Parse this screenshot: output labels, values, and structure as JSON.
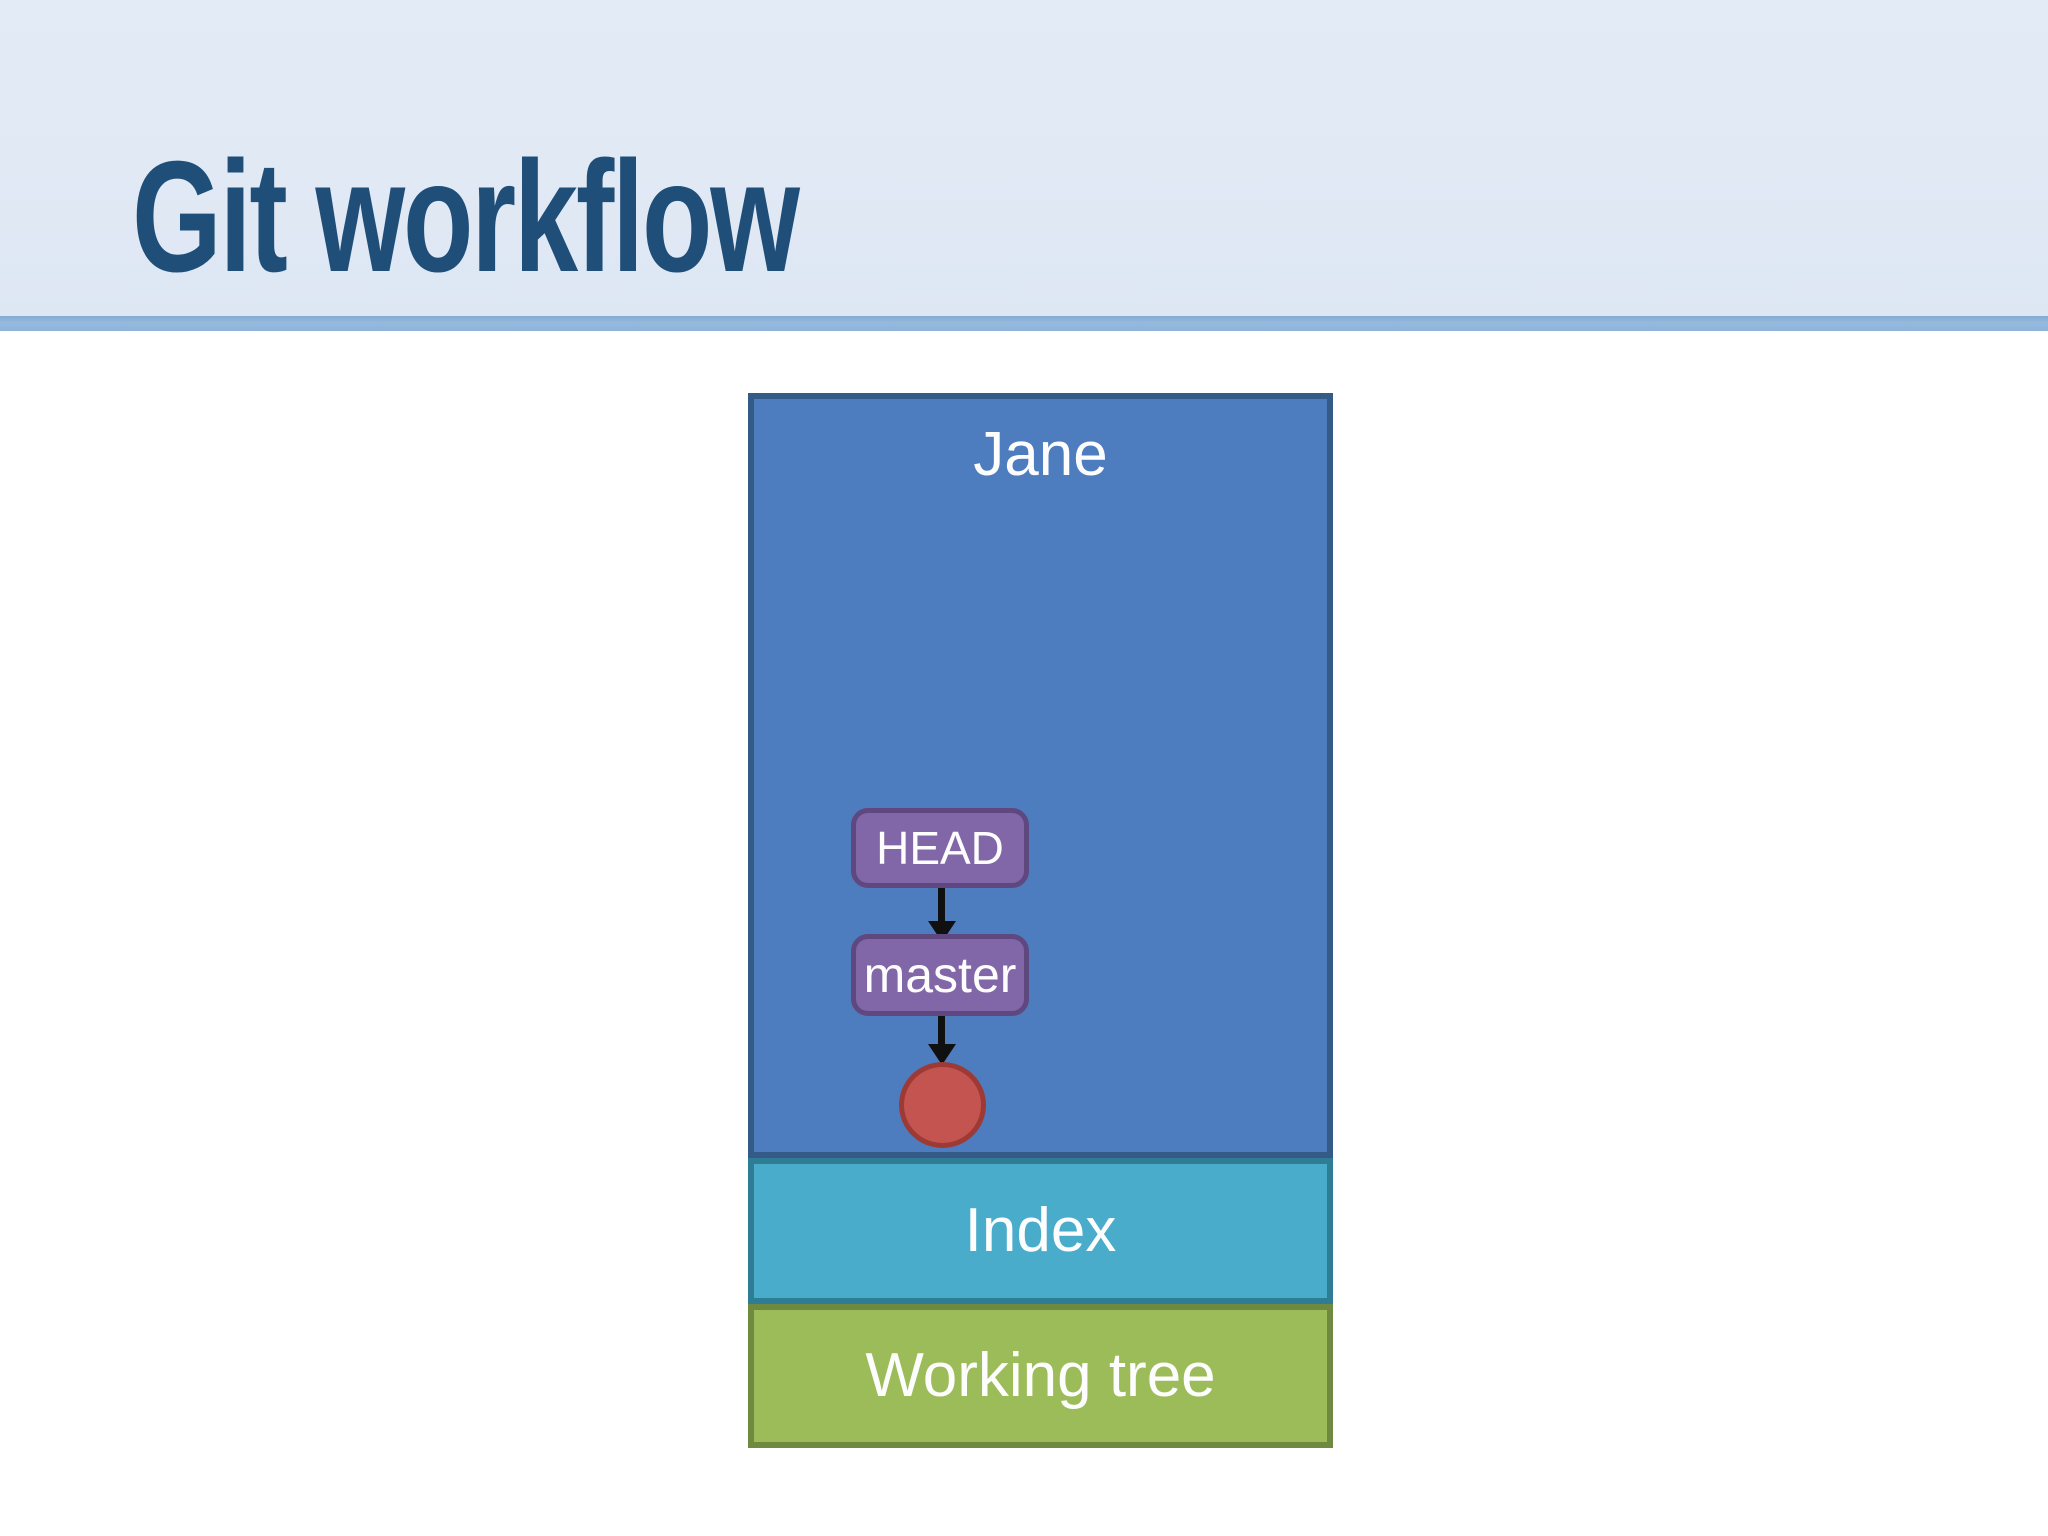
{
  "slide": {
    "title": "Git workflow",
    "title_color": "#1f4e79",
    "header_background": "#e1e9f5",
    "accent_bar_color": "#8fb6db",
    "body_background": "#ffffff"
  },
  "diagram": {
    "repository": {
      "label": "Jane",
      "fill": "#4d7dbe",
      "border": "#345a88",
      "head_ref_label": "HEAD",
      "branch_ref_label": "master",
      "ref_fill": "#8166a8",
      "ref_border": "#5f4880",
      "commit_fill": "#c4544f",
      "commit_border": "#9d3a36",
      "arrow_color": "#101010",
      "text_color": "#ffffff"
    },
    "index": {
      "label": "Index",
      "fill": "#49acca",
      "border": "#2e7d95",
      "text_color": "#ffffff"
    },
    "working_tree": {
      "label": "Working tree",
      "fill": "#9cbc59",
      "border": "#6f8a3e",
      "text_color": "#ffffff"
    }
  }
}
